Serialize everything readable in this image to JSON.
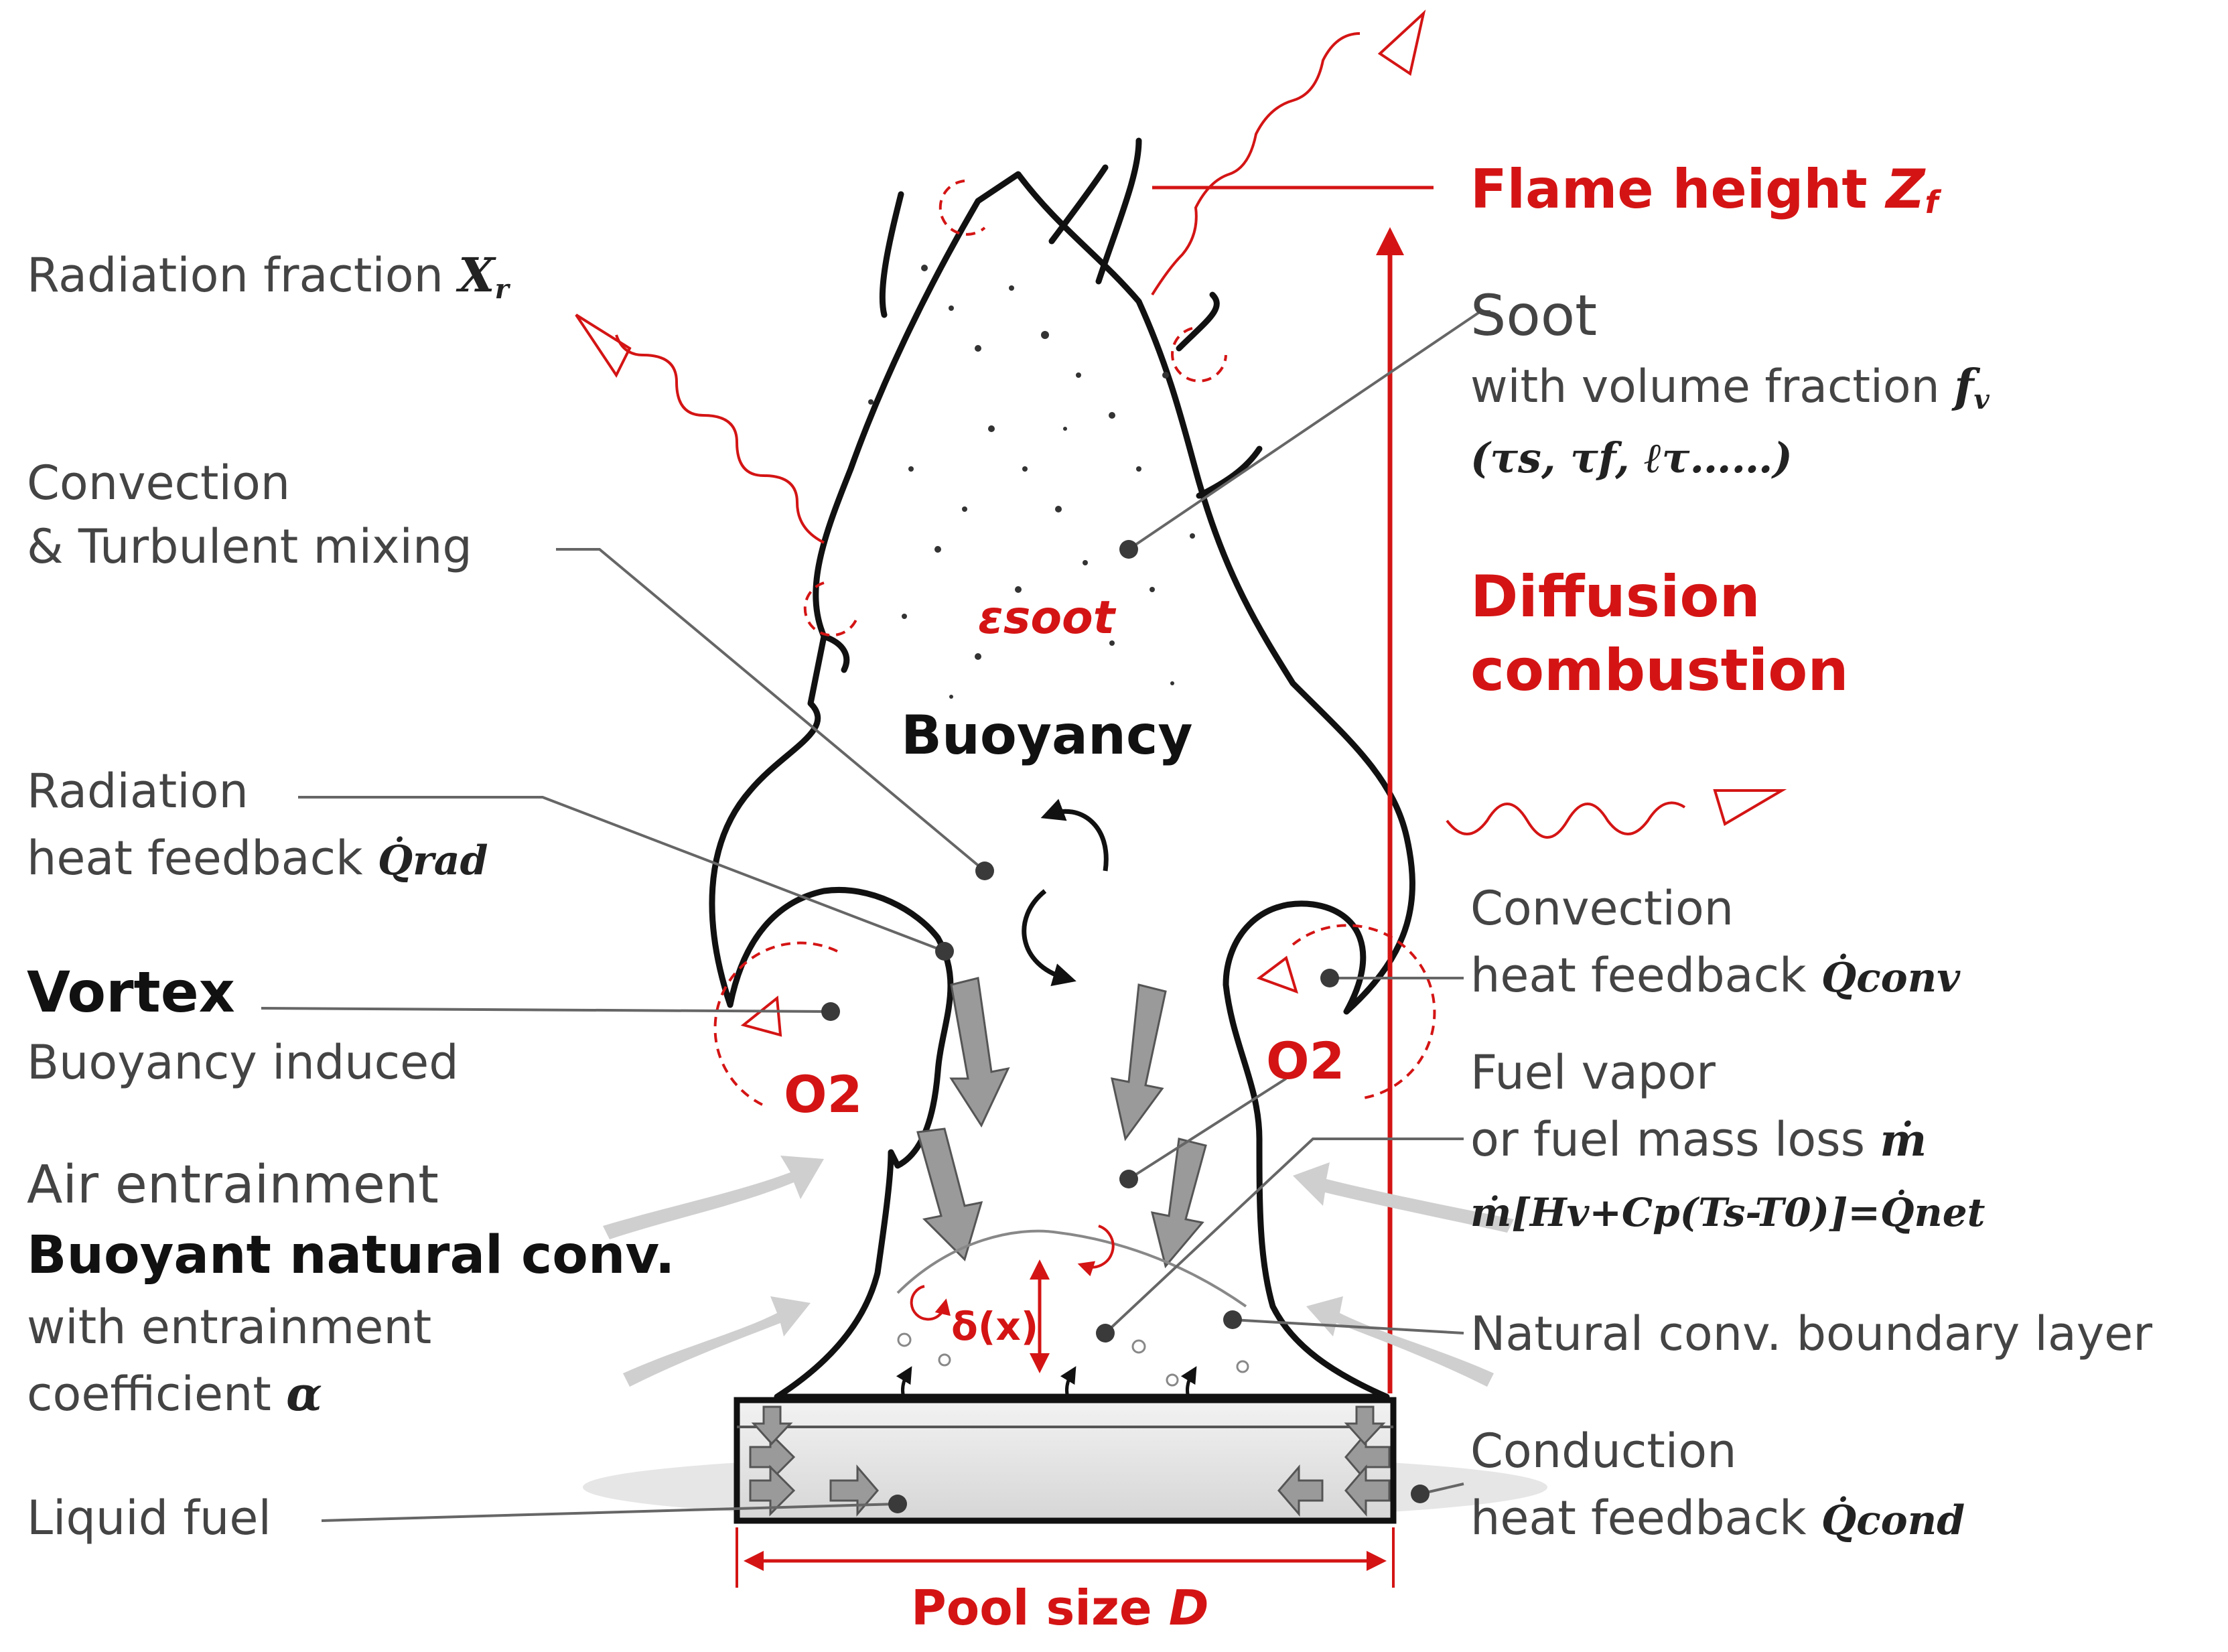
{
  "colors": {
    "accent_red": "#d41414",
    "ink": "#111111",
    "label_gray": "#444444",
    "leader_gray": "#666666",
    "arrow_gray": "#9a9a9a"
  },
  "labels": {
    "flame_height": "Flame height",
    "flame_height_symbol": "Z",
    "flame_height_sub": "f",
    "radiation_fraction": "Radiation fraction",
    "radiation_fraction_symbol": "X",
    "radiation_fraction_sub": "r",
    "soot_title": "Soot",
    "soot_volume": "with volume fraction",
    "soot_volume_symbol": "f",
    "soot_volume_sub": "v",
    "soot_params": "(τs, τf, ℓτ……)",
    "convection_1": "Convection",
    "convection_2": "& Turbulent mixing",
    "epsilon_soot": "εsoot",
    "diffusion_1": "Diffusion",
    "diffusion_2": "combustion",
    "buoyancy": "Buoyancy",
    "rad_feedback_1": "Radiation",
    "rad_feedback_2": "heat feedback",
    "rad_feedback_symbol": "Q̇rad",
    "vortex": "Vortex",
    "vortex_sub": "Buoyancy induced",
    "o2": "O2",
    "conv_feedback_1": "Convection",
    "conv_feedback_2": "heat feedback",
    "conv_feedback_symbol": "Q̇conv",
    "fuel_vapor_1": "Fuel vapor",
    "fuel_vapor_2": "or fuel mass loss",
    "fuel_vapor_symbol": "ṁ",
    "energy_balance": "ṁ[Hv+Cp(Ts-T0)]=Q̇net",
    "air_entrainment": "Air entrainment",
    "buoyant_conv": "Buoyant natural conv.",
    "entrainment_1": "with entrainment",
    "entrainment_2": "coefficient",
    "entrainment_symbol": "α",
    "delta": "δ(x)",
    "boundary_layer": "Natural conv. boundary layer",
    "liquid_fuel": "Liquid fuel",
    "cond_feedback_1": "Conduction",
    "cond_feedback_2": "heat feedback",
    "cond_feedback_symbol": "Q̇cond",
    "pool_size": "Pool size",
    "pool_size_symbol": "D"
  }
}
